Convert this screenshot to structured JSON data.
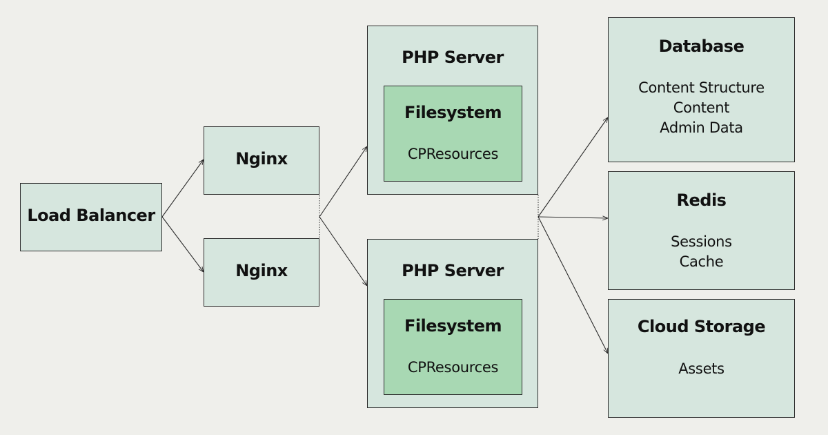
{
  "load_balancer": {
    "title": "Load Balancer"
  },
  "nginx": [
    {
      "title": "Nginx"
    },
    {
      "title": "Nginx"
    }
  ],
  "php_servers": [
    {
      "title": "PHP Server",
      "filesystem": {
        "title": "Filesystem",
        "label": "CPResources"
      }
    },
    {
      "title": "PHP Server",
      "filesystem": {
        "title": "Filesystem",
        "label": "CPResources"
      }
    }
  ],
  "database": {
    "title": "Database",
    "items": [
      "Content Structure",
      "Content",
      "Admin Data"
    ]
  },
  "redis": {
    "title": "Redis",
    "items": [
      "Sessions",
      "Cache"
    ]
  },
  "cloud_storage": {
    "title": "Cloud Storage",
    "items": [
      "Assets"
    ]
  },
  "colors": {
    "background": "#efefeb",
    "box_fill": "#d6e6de",
    "inner_fill": "#a8d8b3",
    "stroke": "#2b2b2b"
  }
}
